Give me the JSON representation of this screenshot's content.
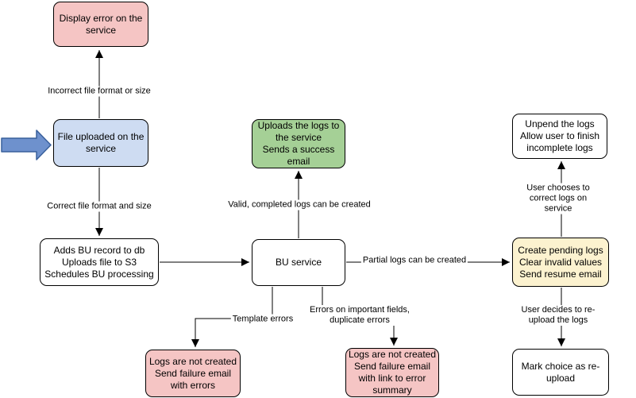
{
  "diagram": {
    "type": "flowchart",
    "colors": {
      "background": "#FFFFFF",
      "node_border": "#000000",
      "connector": "#000000",
      "node_pink": "#F5C5C4",
      "node_blue": "#CEDCF2",
      "node_green": "#A5D096",
      "node_yellow": "#FCF2CF",
      "node_white": "#FFFFFF",
      "input_arrow_fill": "#6E91CD",
      "input_arrow_border": "#39609C"
    },
    "nodes": [
      {
        "id": "display-error",
        "color": "pink",
        "text": "Display error on the\nservice"
      },
      {
        "id": "file-uploaded",
        "color": "blue",
        "text": "File uploaded on the\nservice"
      },
      {
        "id": "adds-bu-record",
        "color": "white",
        "text": "Adds BU record to db\nUploads file to S3\nSchedules BU processing"
      },
      {
        "id": "bu-service",
        "color": "white",
        "text": "BU service"
      },
      {
        "id": "uploads-logs",
        "color": "green",
        "text": "Uploads the logs to\nthe service\nSends a success\nemail"
      },
      {
        "id": "unpend-logs",
        "color": "white",
        "text": "Unpend the logs\nAllow user to finish\nincomplete logs"
      },
      {
        "id": "create-pending",
        "color": "yellow",
        "text": "Create pending logs\nClear invalid values\nSend resume email"
      },
      {
        "id": "mark-choice",
        "color": "white",
        "text": "Mark choice as re-\nupload"
      },
      {
        "id": "failure-errors",
        "color": "pink",
        "text": "Logs are not created\nSend failure email\nwith errors"
      },
      {
        "id": "failure-summary",
        "color": "pink",
        "text": "Logs are not created\nSend failure email\nwith link to error\nsummary"
      }
    ],
    "edges": [
      {
        "from": "file-uploaded",
        "to": "display-error",
        "label": "Incorrect file format or size"
      },
      {
        "from": "file-uploaded",
        "to": "adds-bu-record",
        "label": "Correct file format and size"
      },
      {
        "from": "adds-bu-record",
        "to": "bu-service",
        "label": ""
      },
      {
        "from": "bu-service",
        "to": "uploads-logs",
        "label": "Valid, completed logs can be created"
      },
      {
        "from": "bu-service",
        "to": "create-pending",
        "label": "Partial logs can be created"
      },
      {
        "from": "bu-service",
        "to": "failure-errors",
        "label": "Template errors"
      },
      {
        "from": "bu-service",
        "to": "failure-summary",
        "label": "Errors on important fields,\nduplicate errors"
      },
      {
        "from": "create-pending",
        "to": "unpend-logs",
        "label": "User chooses to correct logs on service"
      },
      {
        "from": "create-pending",
        "to": "mark-choice",
        "label": "User decides to re-upload the logs"
      }
    ]
  }
}
